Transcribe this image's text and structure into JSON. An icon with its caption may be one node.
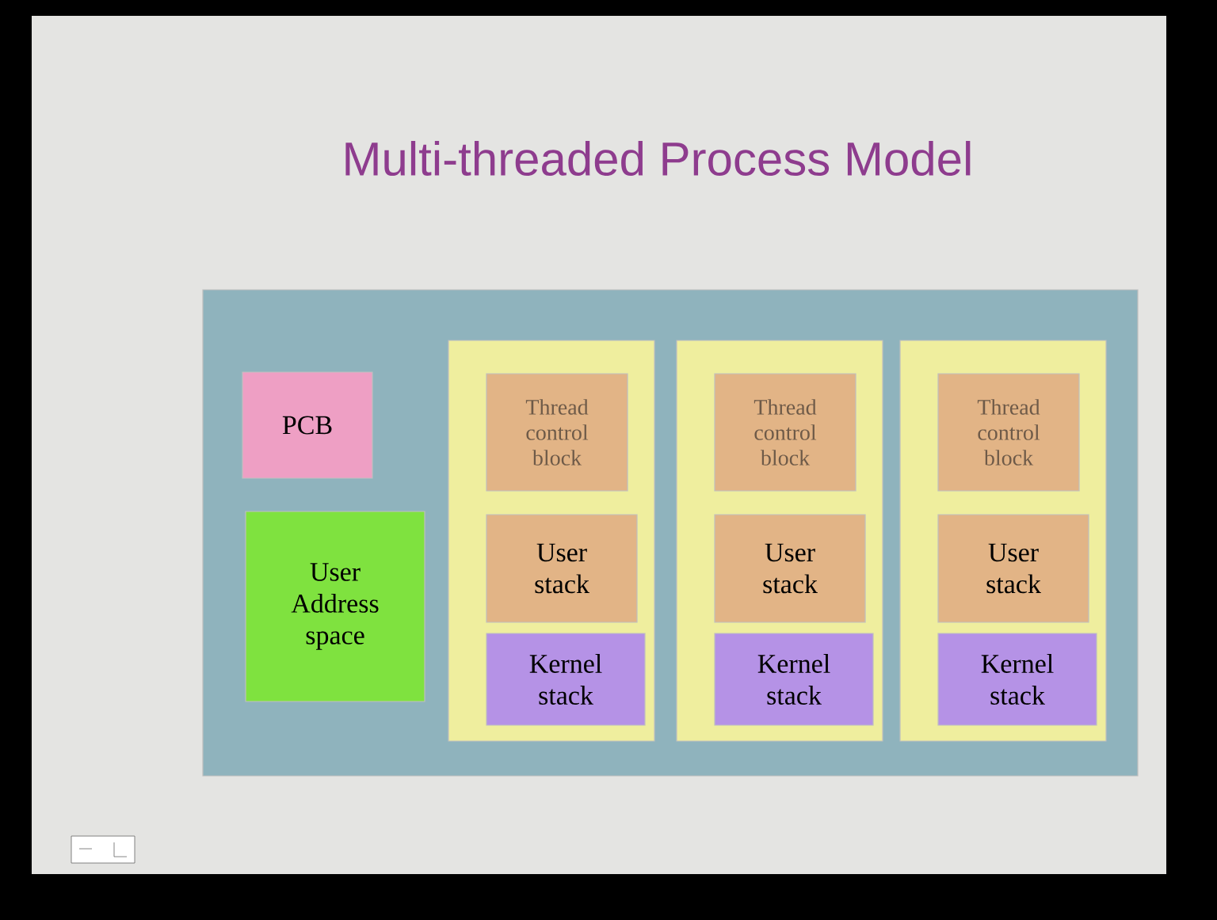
{
  "diagram": {
    "title": "Multi-threaded Process Model",
    "nodes": [
      {
        "text": [],
        "shape": "box"
      },
      {
        "text": [
          "PCB"
        ],
        "in": 0
      },
      {
        "text": [
          "User Address space"
        ],
        "in": 0
      },
      {
        "text": [],
        "shape": "box",
        "in": 0
      },
      {
        "text": [
          "Thread control block"
        ],
        "in": 3
      },
      {
        "text": [
          "User stack"
        ],
        "in": 3
      },
      {
        "text": [
          "Kernel stack"
        ],
        "in": 3
      },
      {
        "text": [],
        "shape": "box",
        "in": 0
      },
      {
        "text": [
          "Thread control block"
        ],
        "in": 7
      },
      {
        "text": [
          "User stack"
        ],
        "in": 7
      },
      {
        "text": [
          "Kernel stack"
        ],
        "in": 7
      },
      {
        "text": [],
        "shape": "box",
        "in": 0
      },
      {
        "text": [
          "Thread control block"
        ],
        "in": 11
      },
      {
        "text": [
          "User stack"
        ],
        "in": 11
      },
      {
        "text": [
          "Kernel stack"
        ],
        "in": 11
      }
    ]
  }
}
